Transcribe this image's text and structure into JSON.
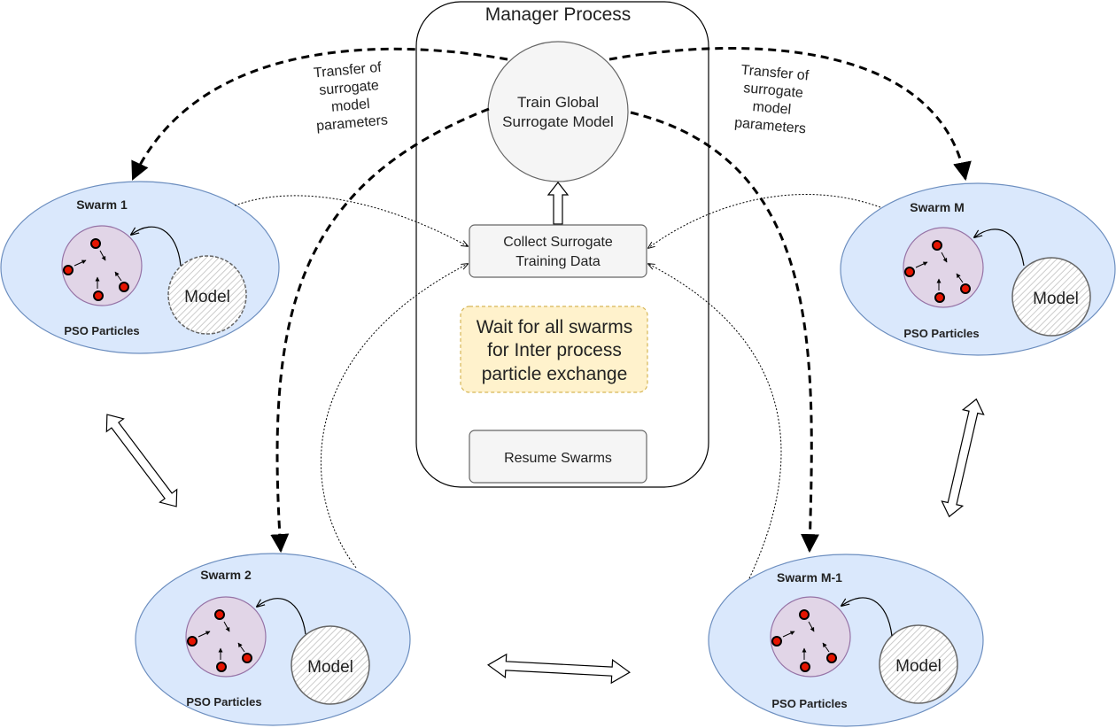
{
  "manager": {
    "title": "Manager Process",
    "train_node": [
      "Train Global",
      "Surrogate Model"
    ],
    "collect_node": [
      "Collect Surrogate",
      "Training Data"
    ],
    "wait_node": [
      "Wait for all swarms",
      "for Inter process",
      "particle exchange"
    ],
    "resume_node": "Resume Swarms"
  },
  "transfer_labels": {
    "left": [
      "Transfer of",
      "surrogate",
      "model",
      "parameters"
    ],
    "right": [
      "Transfer of",
      "surrogate",
      "model",
      "parameters"
    ]
  },
  "swarms": [
    {
      "id": "swarm-1",
      "name": "Swarm 1",
      "particles_label": "PSO Particles",
      "model_label": "Model"
    },
    {
      "id": "swarm-m",
      "name": "Swarm M",
      "particles_label": "PSO Particles",
      "model_label": "Model"
    },
    {
      "id": "swarm-2",
      "name": "Swarm 2",
      "particles_label": "PSO Particles",
      "model_label": "Model"
    },
    {
      "id": "swarm-m-1",
      "name": "Swarm M-1",
      "particles_label": "PSO Particles",
      "model_label": "Model"
    }
  ],
  "colors": {
    "swarm_fill": "#dae8fc",
    "swarm_stroke": "#6c8ebf",
    "particle_zone_fill": "#e1d5e7",
    "particle_zone_stroke": "#9673a6",
    "particle_fill": "#e51400",
    "model_hatch": "#cccccc",
    "node_fill": "#f5f5f5",
    "wait_fill": "#fff2cc",
    "wait_stroke": "#d6b656"
  }
}
